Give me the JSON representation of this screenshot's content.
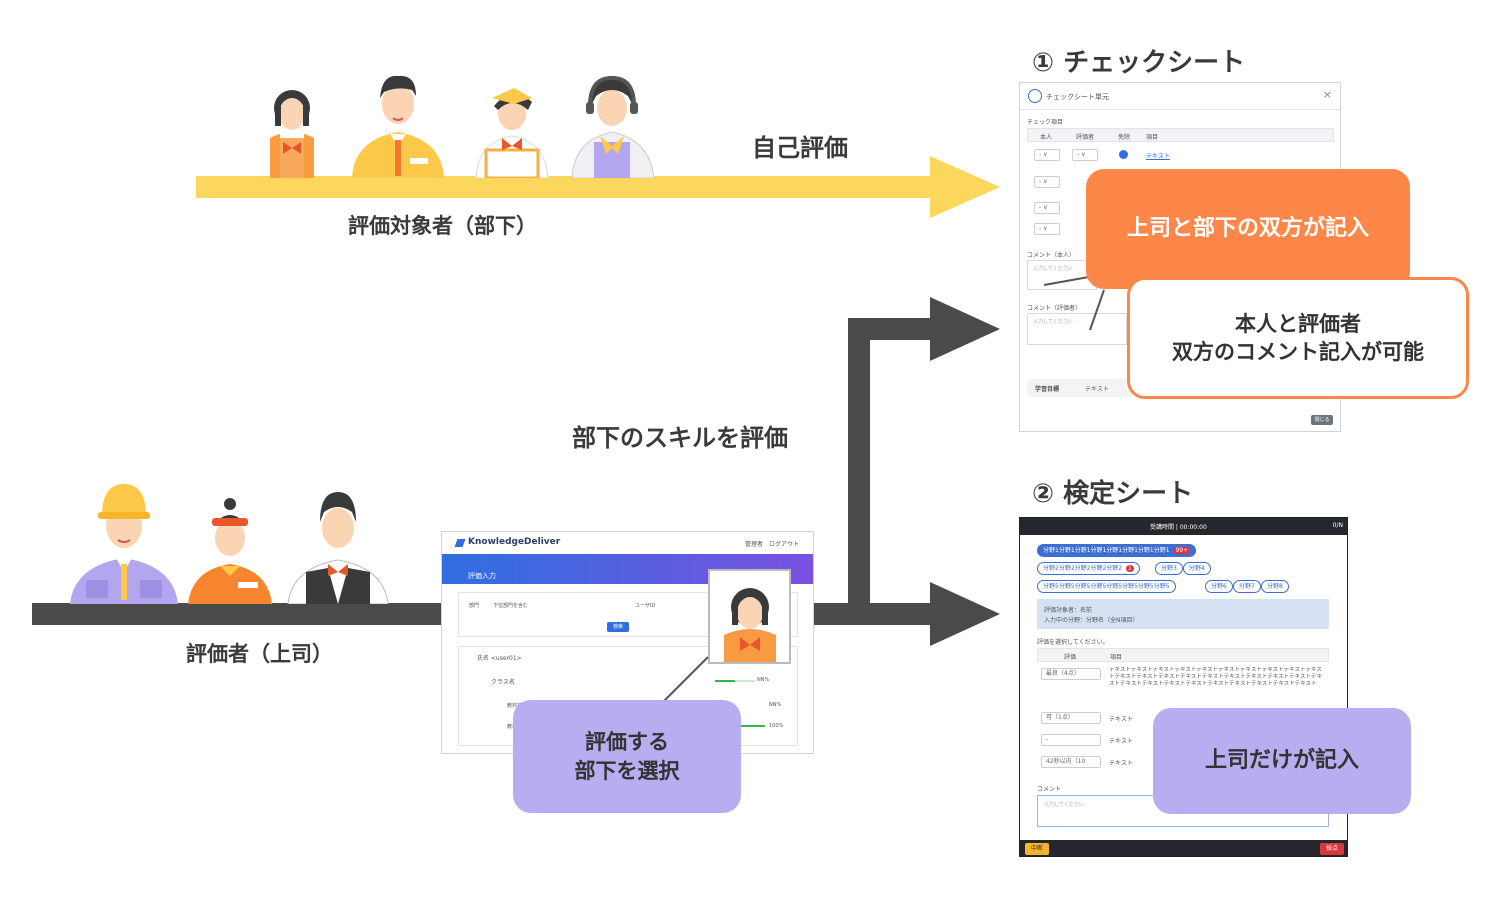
{
  "labels": {
    "self_eval": "自己評価",
    "subordinate": "評価対象者（部下）",
    "evaluate_skill": "部下のスキルを評価",
    "evaluator": "評価者（上司）"
  },
  "check_sheet": {
    "heading": "① チェックシート",
    "window_title": "チェックシート単元",
    "section": "チェック項目",
    "columns": [
      "本人",
      "評価者",
      "免除",
      "項目"
    ],
    "first_item": "テキスト",
    "comment_self": "コメント（本人）",
    "comment_evaluator": "コメント（評価者）",
    "placeholder": "入力してください",
    "goal_label": "学習目標",
    "goal_value": "テキスト",
    "close_button": "閉じる",
    "select_dash": "- ∨"
  },
  "exam_sheet": {
    "heading": "② 検定シート",
    "timer": "受講時間 | 00:00:00",
    "counter": "0/N",
    "tab_active": "分野1分野1分野1分野1分野1分野1分野1分野1",
    "tab_active_badge": "99+",
    "tab_row2": "分野2分野2分野2分野2分野2",
    "tab_row2_badge": "1",
    "tab_3": "分野3",
    "tab_4": "分野4",
    "tab_row3": "分野5分野5分野5分野5分野5分野5分野5分野5",
    "tab_6": "分野6",
    "tab_7": "分野7",
    "tab_8": "分野8",
    "info_line1": "評価対象者：名前",
    "info_line2": "入力中の分野：分野名（全N項目）",
    "prompt": "評価を選択してください。",
    "col_eval": "評価",
    "col_item": "項目",
    "row1_select": "最良（4点）",
    "row1_text": "テキストテキストテキストテキストテキストテキストテキストテキストテキストテキストテキストテキストテキストテキストテキストテキストテキストテキストテキストテキストテキストテキストテキストテキストテキストテキストテキストテキストテキスト",
    "row2_select": "可（1点）",
    "row2_text": "テキスト",
    "row3_select": "-",
    "row3_text": "テキスト",
    "row4_select": "42秒以内（10",
    "row4_text": "テキスト",
    "comment_label": "コメント",
    "placeholder": "入力してください",
    "pause_button": "中断",
    "score_button": "採点"
  },
  "lms": {
    "brand": "KnowledgeDeliver",
    "header_links": "管理者　ログアウト",
    "page_title": "評価入力",
    "filter_dept": "部門",
    "filter_sub": "下位部門を含む",
    "filter_user": "ユーザID",
    "search_button": "検索",
    "user_row": "氏名 <user01>",
    "class_name": "クラス名",
    "class_pct": "NN%",
    "course1": "教材名",
    "course1_pct": "NN%",
    "course2": "教材名教材",
    "course2_pct": "100%"
  },
  "callouts": {
    "both_write": "上司と部下の双方が記入",
    "both_comment_line1": "本人と評価者",
    "both_comment_line2": "双方のコメント記入が可能",
    "select_sub_line1": "評価する",
    "select_sub_line2": "部下を選択",
    "boss_only": "上司だけが記入"
  },
  "colors": {
    "yellow_arrow": "#fdd65e",
    "dark_arrow": "#4a4a4a",
    "orange_callout": "#fd8749",
    "purple_callout": "#b7aef2",
    "lms_gradient_start": "#2f6fe0",
    "lms_gradient_end": "#7a50e0"
  }
}
